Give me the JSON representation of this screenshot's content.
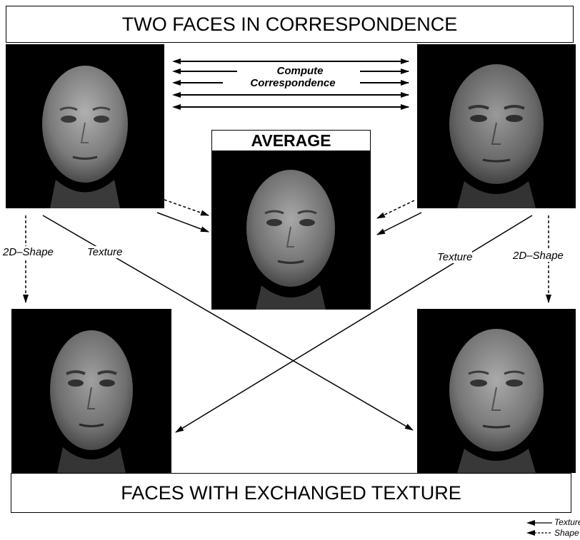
{
  "top_title": "TWO FACES IN CORRESPONDENCE",
  "bottom_title": "FACES WITH EXCHANGED TEXTURE",
  "average_label": "AVERAGE",
  "compute_line1": "Compute",
  "compute_line2": "Correspondence",
  "labels": {
    "shape_left": "2D–Shape",
    "texture_left": "Texture",
    "texture_right": "Texture",
    "shape_right": "2D–Shape"
  },
  "legend": {
    "texture": "Texture",
    "shape": "Shape"
  }
}
